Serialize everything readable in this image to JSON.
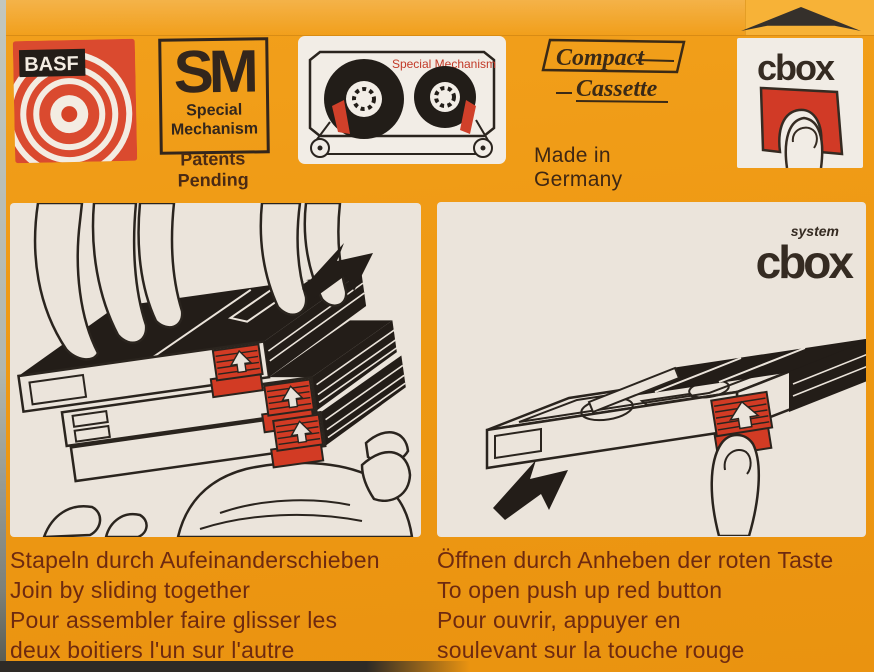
{
  "colors": {
    "background_orange": "#ef9a14",
    "panel_offwhite": "#ebe4db",
    "caption_brown": "#6e2a10",
    "logo_red": "#d84a2e",
    "button_red": "#d23b24",
    "ink_black": "#262019"
  },
  "logos": {
    "basf": {
      "label": "BASF"
    },
    "sm": {
      "title": "SM",
      "line1": "Special",
      "line2": "Mechanism",
      "footnote": "Patents Pending"
    },
    "cassette_diagram": {
      "caption": "Special Mechanism"
    },
    "compact_cassette": {
      "line1": "Compact",
      "line2": "Cassette"
    },
    "made_in": "Made in Germany",
    "cbox_top": {
      "name": "cbox"
    },
    "cbox_system": {
      "small": "system",
      "name": "cbox"
    }
  },
  "panels": {
    "left": {
      "caption_lines": [
        "Stapeln durch Aufeinanderschieben",
        "Join by sliding together",
        "Pour assembler faire glisser les",
        "deux boitiers l'un sur l'autre"
      ]
    },
    "right": {
      "caption_lines": [
        "Öffnen durch Anheben der roten Taste",
        "To open push up red button",
        "Pour ouvrir, appuyer en",
        "soulevant sur la touche rouge"
      ]
    }
  }
}
